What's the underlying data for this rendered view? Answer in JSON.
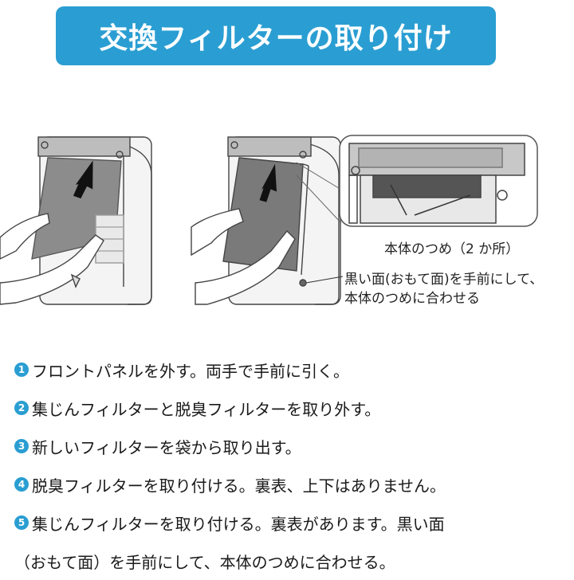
{
  "title": "交換フィルターの取り付け",
  "callouts": {
    "body_tabs": "本体のつめ（2 か所）",
    "black_side_line1": "黒い面(おもて面)を手前にして、",
    "black_side_line2": "本体のつめに合わせる"
  },
  "steps": [
    {
      "num": "1",
      "text": "フロントパネルを外す。両手で手前に引く。"
    },
    {
      "num": "2",
      "text": "集じんフィルターと脱臭フィルターを取り外す。"
    },
    {
      "num": "3",
      "text": "新しいフィルターを袋から取り出す。"
    },
    {
      "num": "4",
      "text": "脱臭フィルターを取り付ける。裏表、上下はありません。"
    },
    {
      "num": "5",
      "text": "集じんフィルターを取り付ける。裏表があります。黒い面",
      "continuation": "（おもて面）を手前にして、本体のつめに合わせる。"
    }
  ],
  "colors": {
    "accent": "#2a9ed2",
    "banner_text": "#ffffff"
  }
}
